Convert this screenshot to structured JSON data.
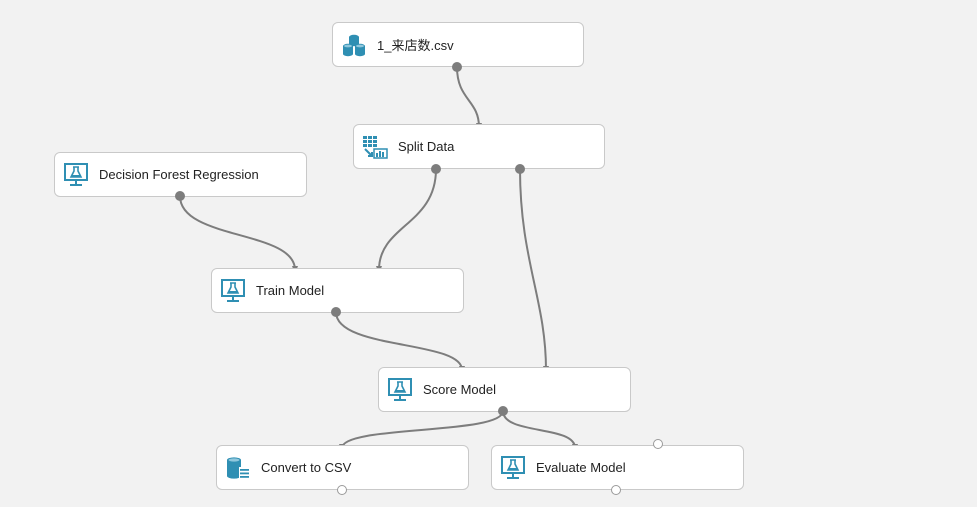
{
  "nodes": {
    "dataset": {
      "label": "1_来店数.csv",
      "icon": "database-stack-icon"
    },
    "split": {
      "label": "Split Data",
      "icon": "split-data-icon"
    },
    "forest": {
      "label": "Decision Forest Regression",
      "icon": "monitor-flask-icon"
    },
    "train": {
      "label": "Train Model",
      "icon": "monitor-flask-icon"
    },
    "score": {
      "label": "Score Model",
      "icon": "monitor-flask-icon"
    },
    "convert": {
      "label": "Convert to CSV",
      "icon": "database-convert-icon"
    },
    "evaluate": {
      "label": "Evaluate Model",
      "icon": "monitor-flask-icon"
    }
  },
  "colors": {
    "icon": "#2f8fb3",
    "wire": "#7d7d7d",
    "node_border": "#c9c9c9",
    "canvas": "#f2f2f2"
  },
  "connections": [
    {
      "from": "dataset.out",
      "to": "split.in"
    },
    {
      "from": "forest.out",
      "to": "train.in_left"
    },
    {
      "from": "split.out_left",
      "to": "train.in_right"
    },
    {
      "from": "split.out_right",
      "to": "score.in_right"
    },
    {
      "from": "train.out",
      "to": "score.in_left"
    },
    {
      "from": "score.out",
      "to": "convert.in"
    },
    {
      "from": "score.out",
      "to": "evaluate.in_left"
    }
  ]
}
